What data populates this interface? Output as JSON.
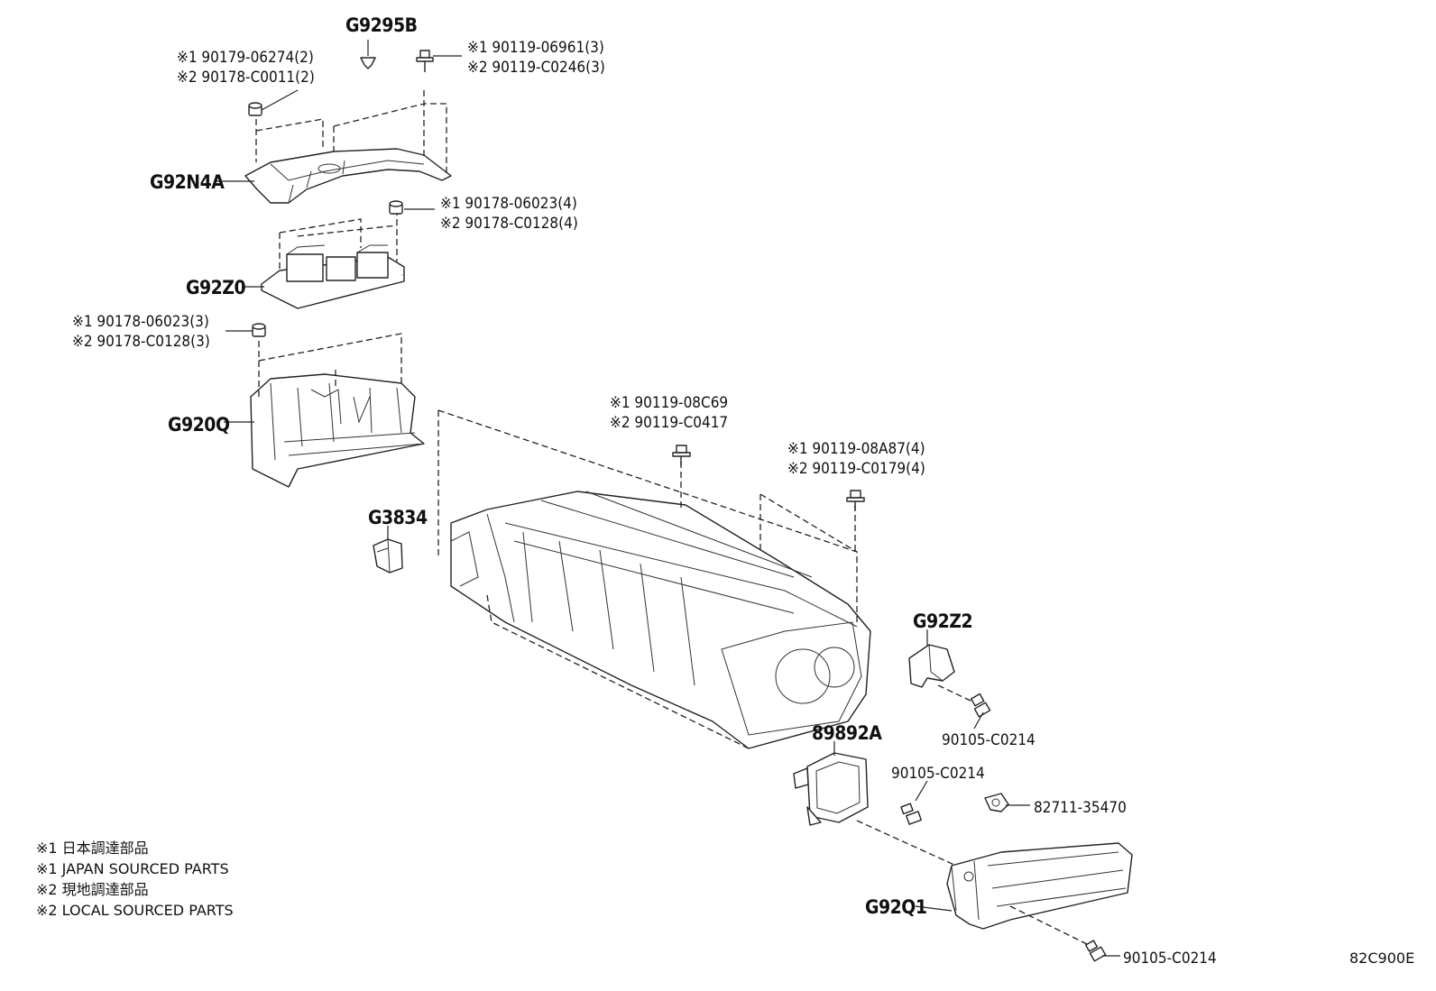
{
  "parts": {
    "g9295b": "G9295B",
    "g92n4a": "G92N4A",
    "g92z0": "G92Z0",
    "g920q": "G920Q",
    "g3834": "G3834",
    "g92z2": "G92Z2",
    "p89892a": "89892A",
    "g92q1": "G92Q1"
  },
  "fasteners": {
    "f1a": "※1 90179-06274(2)",
    "f1b": "※2 90178-C0011(2)",
    "f2a": "※1 90119-06961(3)",
    "f2b": "※2 90119-C0246(3)",
    "f3a": "※1 90178-06023(4)",
    "f3b": "※2 90178-C0128(4)",
    "f4a": "※1 90178-06023(3)",
    "f4b": "※2 90178-C0128(3)",
    "f5a": "※1 90119-08C69",
    "f5b": "※2 90119-C0417",
    "f6a": "※1 90119-08A87(4)",
    "f6b": "※2 90119-C0179(4)",
    "f7": "90105-C0214",
    "f8": "90105-C0214",
    "f9": "82711-35470",
    "f10": "90105-C0214"
  },
  "legend": {
    "l1": "※1 日本調達部品",
    "l2": "※1 JAPAN SOURCED PARTS",
    "l3": "※2 現地調達部品",
    "l4": "※2 LOCAL SOURCED PARTS"
  },
  "diagram_code": "82C900E"
}
